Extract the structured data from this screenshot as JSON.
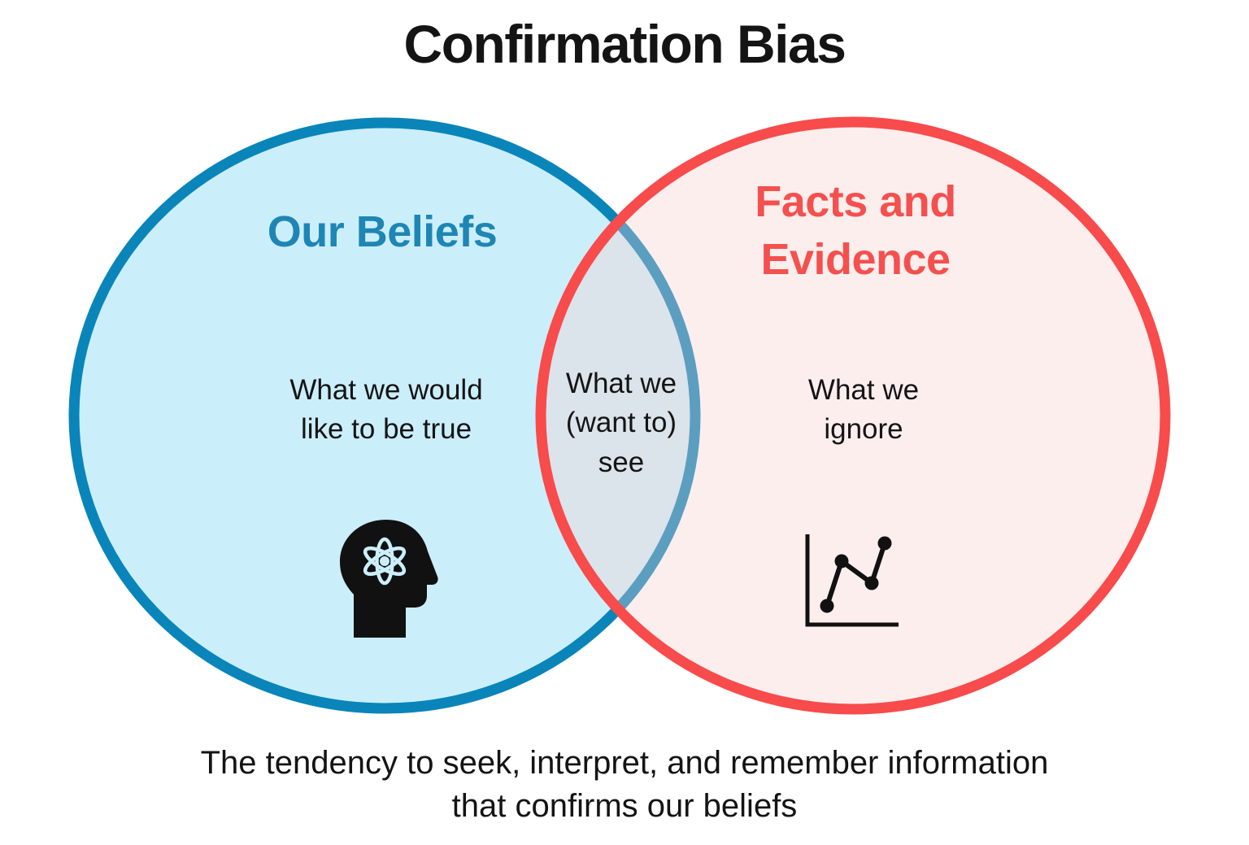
{
  "title": "Confirmation Bias",
  "caption": "The tendency to seek, interpret, and remember information\nthat confirms our beliefs",
  "venn": {
    "left_circle": {
      "label": "Our Beliefs",
      "note": "What we would\nlike to be true",
      "icon": "head-with-atom"
    },
    "overlap": {
      "note": "What we\n(want to)\nsee"
    },
    "right_circle": {
      "label": "Facts and\nEvidence",
      "note": "What we\nignore",
      "icon": "line-chart"
    }
  },
  "colors": {
    "blue_border": "#0985b9",
    "blue_fill": "#cbeefb",
    "blue_text": "#1e86b4",
    "red_border": "#f84b4b",
    "red_text": "#f4504e",
    "pink_overlay": "rgba(249,206,206,0.35)",
    "icon_black": "#111111",
    "text_black": "#141414"
  }
}
